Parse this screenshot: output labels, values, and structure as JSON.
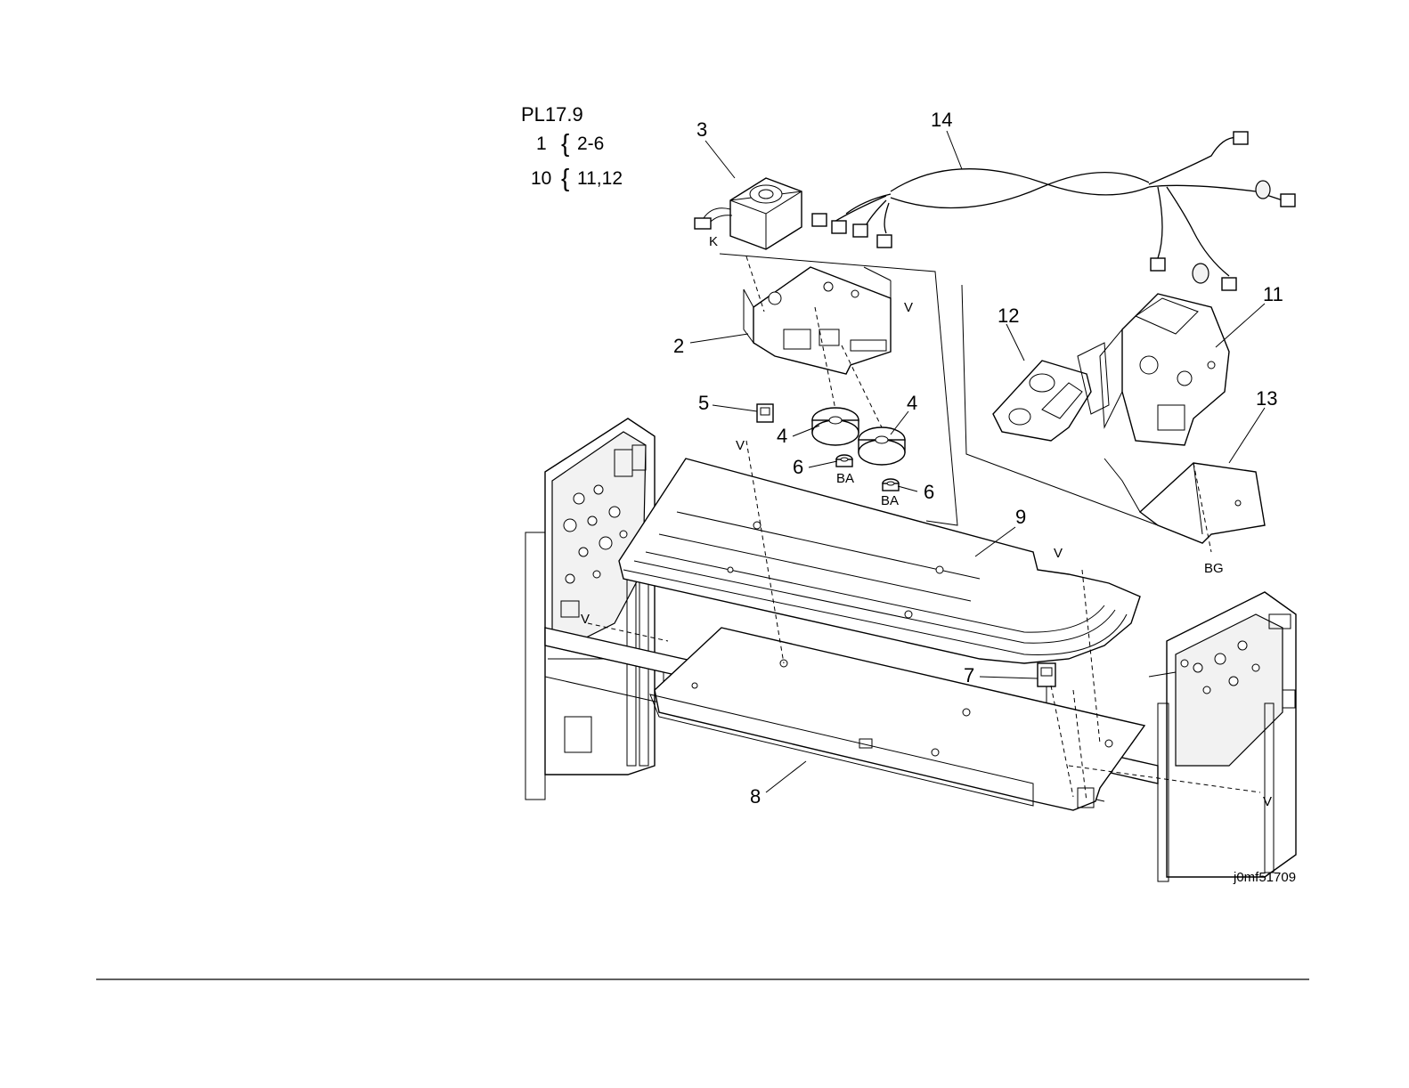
{
  "header": {
    "plate_id": "PL17.9",
    "groups": [
      {
        "parent": "1",
        "brace": "{",
        "children": "2-6"
      },
      {
        "parent": "10",
        "brace": "{",
        "children": "11,12"
      }
    ]
  },
  "callouts": [
    "1",
    "2",
    "3",
    "4",
    "5",
    "6",
    "7",
    "8",
    "9",
    "10",
    "11",
    "12",
    "13",
    "14"
  ],
  "callout_labels": {
    "c2": "2",
    "c3": "3",
    "c4a": "4",
    "c4b": "4",
    "c5": "5",
    "c6a": "6",
    "c6b": "6",
    "c7": "7",
    "c8": "8",
    "c9": "9",
    "c11": "11",
    "c12": "12",
    "c13": "13",
    "c14": "14"
  },
  "fastener_labels": {
    "k": "K",
    "v1": "V",
    "v2": "V",
    "v3": "V",
    "v4": "V",
    "v5": "V",
    "ba1": "BA",
    "ba2": "BA",
    "bg": "BG"
  },
  "figure_id": "j0mf51709"
}
